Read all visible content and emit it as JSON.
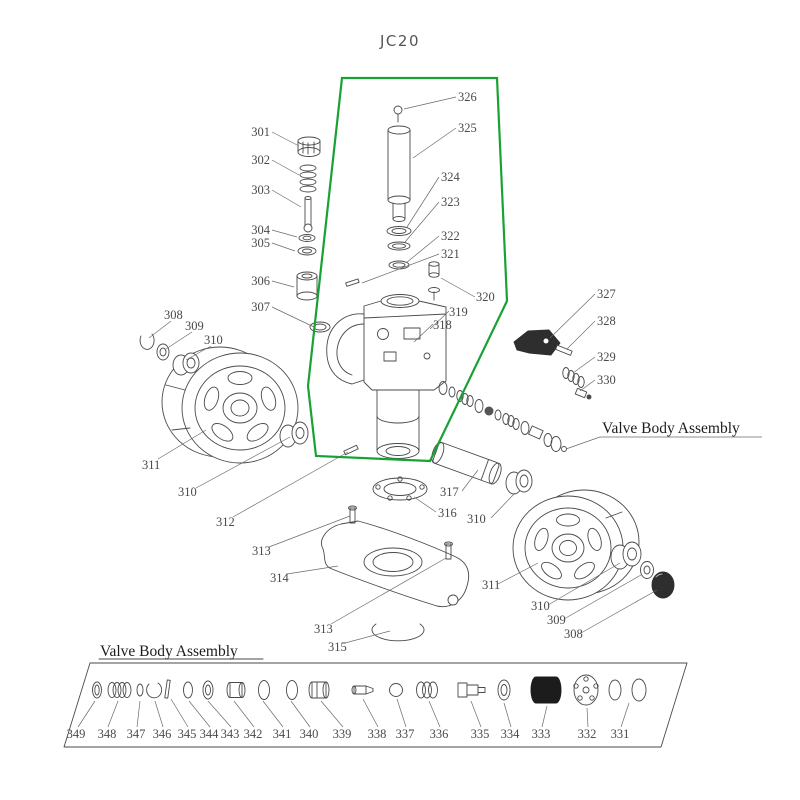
{
  "title": "JC20",
  "section_labels": {
    "valve_body_right": "Valve Body Assembly",
    "valve_body_bottom": "Valve Body Assembly"
  },
  "colors": {
    "highlight_green": "#18a233",
    "line_gray": "#4a4a4a",
    "label_gray": "#4a4a4a"
  },
  "part_labels": {
    "p301": "301",
    "p302": "302",
    "p303": "303",
    "p304": "304",
    "p305": "305",
    "p306": "306",
    "p307": "307",
    "p308_left": "308",
    "p309_left": "309",
    "p310_left_a": "310",
    "p311_left": "311",
    "p310_left_b": "310",
    "p312": "312",
    "p313_a": "313",
    "p314": "314",
    "p313_b": "313",
    "p315": "315",
    "p316": "316",
    "p317": "317",
    "p318": "318",
    "p319": "319",
    "p320": "320",
    "p321": "321",
    "p322": "322",
    "p323": "323",
    "p324": "324",
    "p325": "325",
    "p326": "326",
    "p327": "327",
    "p328": "328",
    "p329": "329",
    "p330": "330",
    "p310_right_a": "310",
    "p311_right": "311",
    "p310_right_b": "310",
    "p309_right": "309",
    "p308_right": "308",
    "p331": "331",
    "p332": "332",
    "p333": "333",
    "p334": "334",
    "p335": "335",
    "p336": "336",
    "p337": "337",
    "p338": "338",
    "p339": "339",
    "p340": "340",
    "p341": "341",
    "p342": "342",
    "p343": "343",
    "p344": "344",
    "p345": "345",
    "p346": "346",
    "p347": "347",
    "p348": "348",
    "p349": "349"
  }
}
